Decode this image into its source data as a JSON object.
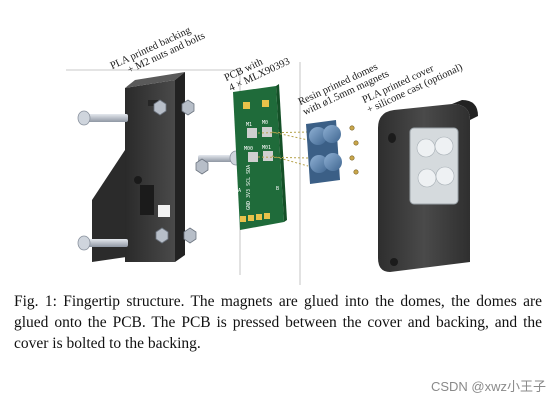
{
  "labels": {
    "backing_line1": "PLA printed backing",
    "backing_line2": "+ M2 nuts and bolts",
    "pcb_line1": "PCB with",
    "pcb_line2": "4 × MLX90393",
    "domes_line1": "Resin printed domes",
    "domes_line2": "with ø1.5mm magnets",
    "cover_line1": "PLA printed cover",
    "cover_line2": "+ silicone cast (optional)"
  },
  "pcb_text": {
    "chip1": "M1",
    "chip2": "M0",
    "chip3": "M00",
    "chip4": "M01",
    "pins_left": "GND 3V3 SCL SDA",
    "pin_a": "A",
    "pin_b": "B"
  },
  "caption": "Fig. 1: Fingertip structure. The magnets are glued into the domes, the domes are glued onto the PCB. The PCB is pressed between the cover and backing, and the cover is bolted to the backing.",
  "watermark": "CSDN @xwz小王子",
  "colors": {
    "backing": "#3a3a3a",
    "pcb": "#1f6b3a",
    "domes": "#5a7fa8",
    "cover": "#3c3c3c",
    "silicone": "#c8d0d4",
    "magnet": "#c9a64a"
  }
}
